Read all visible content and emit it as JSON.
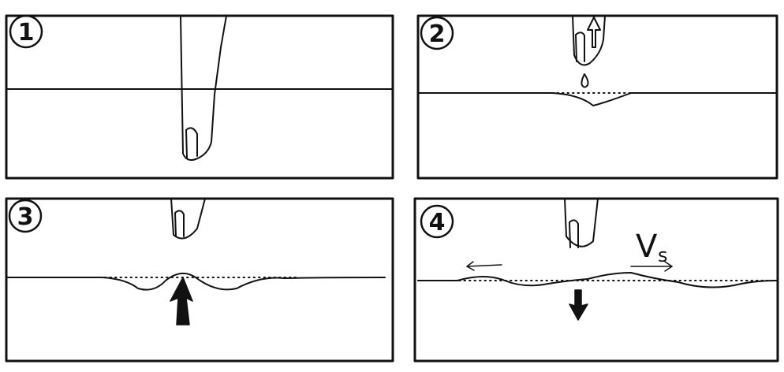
{
  "panels": [
    {
      "number": "1"
    },
    {
      "number": "2"
    },
    {
      "number": "3"
    },
    {
      "number": "4"
    }
  ],
  "velocity_label": {
    "main": "V",
    "sub": "s"
  }
}
